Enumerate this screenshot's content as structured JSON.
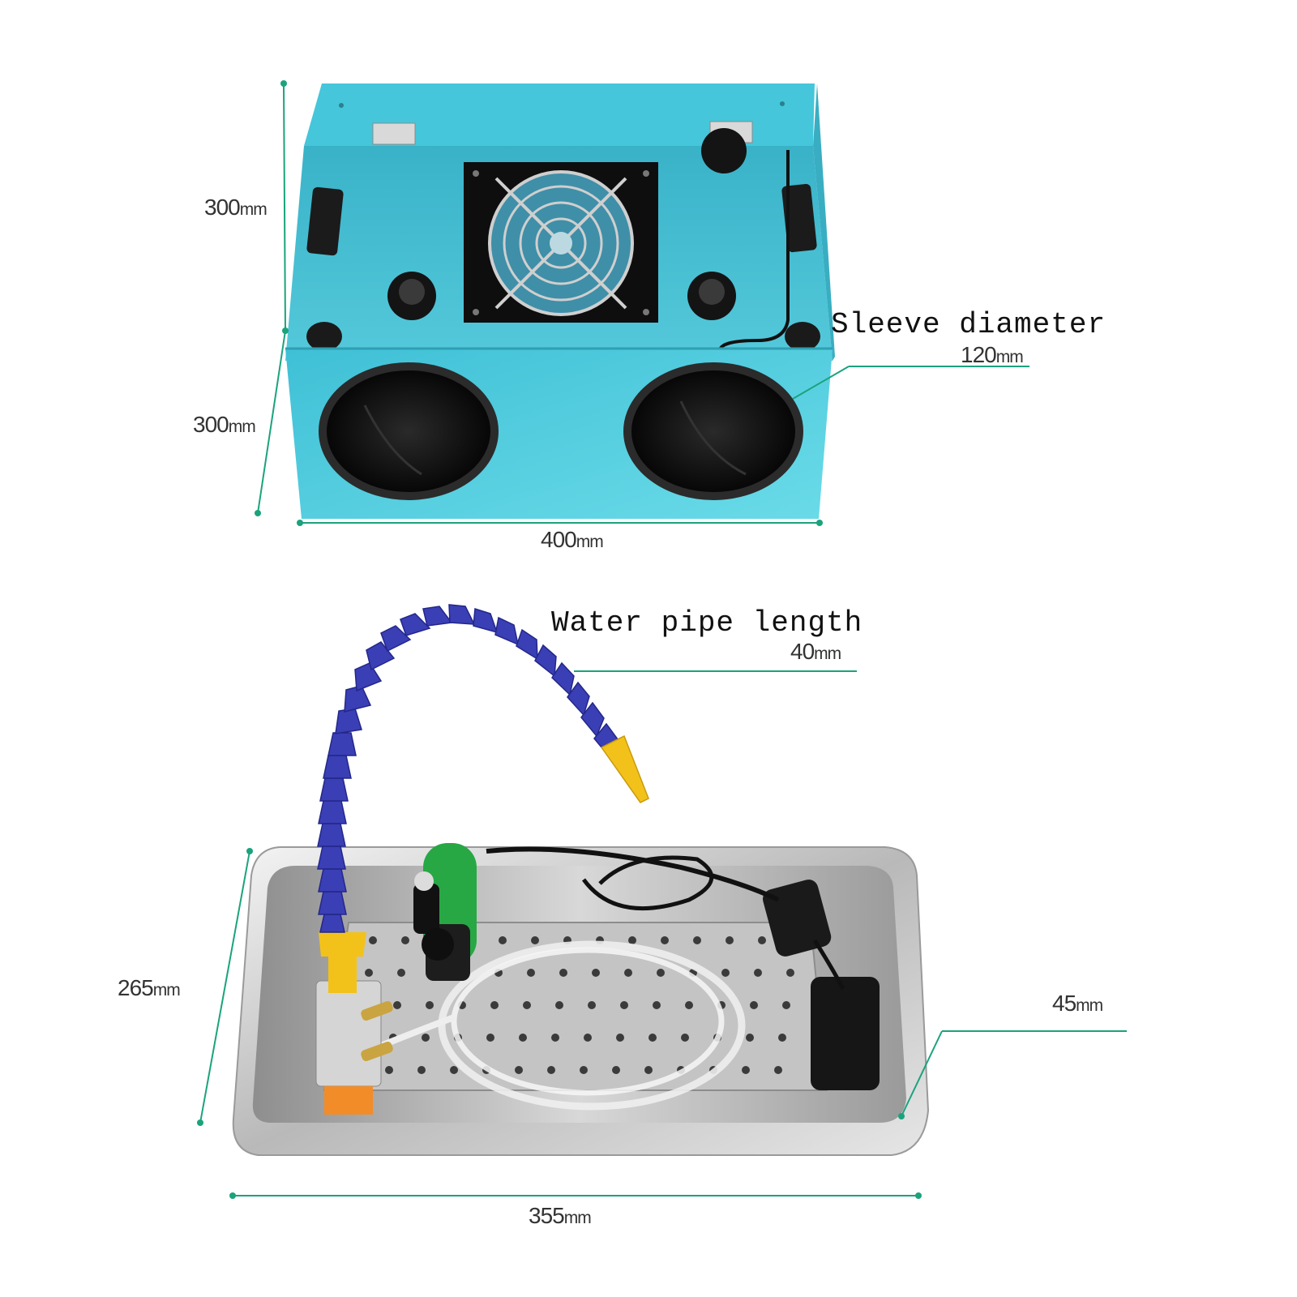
{
  "cabinet": {
    "height_upper": "300",
    "height_lower": "300",
    "width": "400",
    "unit": "mm",
    "sleeve_label": "Sleeve diameter",
    "sleeve_value": "120",
    "body_color": "#4fcfe0"
  },
  "tray": {
    "depth": "265",
    "height": "45",
    "width": "355",
    "unit": "mm",
    "pipe_label": "Water pipe length",
    "pipe_value": "40",
    "hose_color": "#3a3fb5",
    "nozzle_color": "#f2c21b"
  },
  "accent_color": "#1aa37c"
}
